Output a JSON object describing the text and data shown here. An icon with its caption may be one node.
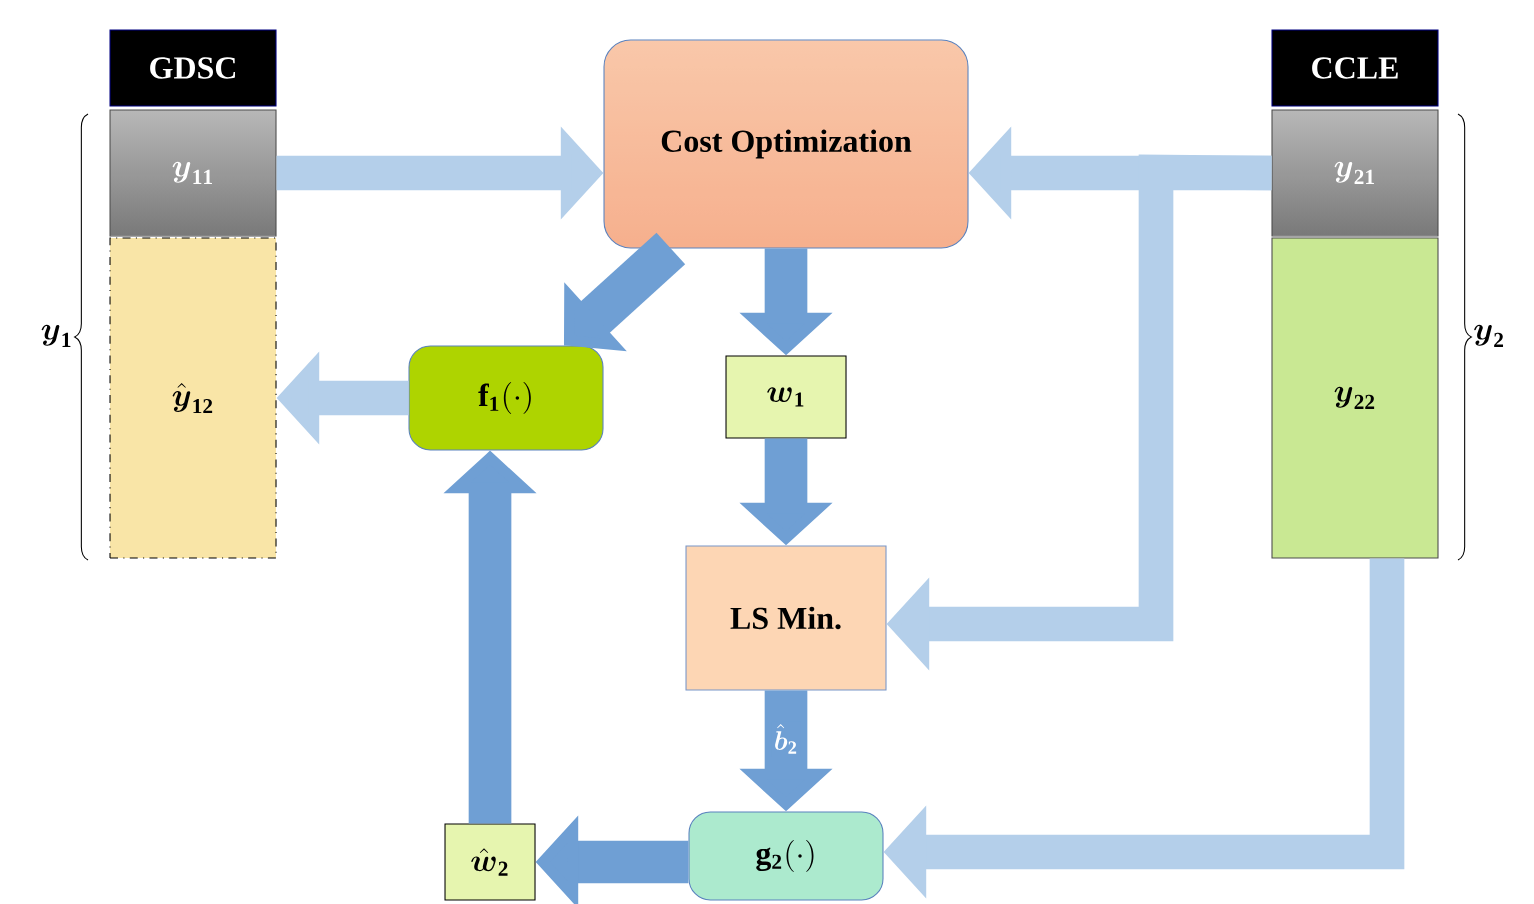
{
  "diagram": {
    "nodes": [
      {
        "text": [
          "GDSC"
        ]
      },
      {
        "text": [
          "\\boldsymbol{y}_{\\mathbf{11}}"
        ]
      },
      {
        "text": [
          "\\hat{\\boldsymbol{y}}_{\\mathbf{12}}"
        ]
      },
      {
        "text": [
          "CCLE"
        ]
      },
      {
        "text": [
          "\\boldsymbol{y}_{\\mathbf{21}}"
        ]
      },
      {
        "text": [
          "\\boldsymbol{y}_{\\mathbf{22}}"
        ]
      },
      {
        "text": [
          "Cost Optimization"
        ]
      },
      {
        "text": [
          "\\mathbf{f}_{\\mathbf{1}}(\\cdot)"
        ]
      },
      {
        "text": [
          "\\boldsymbol{w}_{\\mathbf{1}}"
        ]
      },
      {
        "text": [
          "LS Min."
        ]
      },
      {
        "text": [
          "\\mathbf{g}_{\\mathbf{2}}(\\cdot)"
        ]
      },
      {
        "text": [
          "\\hat{\\boldsymbol{w}}_{\\mathbf{2}}"
        ]
      }
    ],
    "edges": [
      {
        "from": 1,
        "to": 6,
        "arrow": "to",
        "color": "#b4cfea"
      },
      {
        "from": 4,
        "to": 6,
        "arrow": "to",
        "color": "#b4cfea"
      },
      {
        "from": 4,
        "to": 9,
        "arrow": "to",
        "color": "#b4cfea"
      },
      {
        "from": 5,
        "to": 10,
        "arrow": "to",
        "color": "#b4cfea"
      },
      {
        "from": 6,
        "to": 7,
        "arrow": "to"
      },
      {
        "from": 6,
        "to": 8,
        "arrow": "to"
      },
      {
        "from": 8,
        "to": 9,
        "arrow": "to"
      },
      {
        "from": 9,
        "to": 10,
        "arrow": "to",
        "label": "\\hat{\\boldsymbol{b}}_{\\mathbf{2}}"
      },
      {
        "from": 10,
        "to": 11,
        "arrow": "to"
      },
      {
        "from": 11,
        "to": 7,
        "arrow": "to"
      },
      {
        "from": 7,
        "to": 2,
        "arrow": "to",
        "color": "#b4cfea"
      }
    ],
    "labels": [
      "\\boldsymbol{y}_{\\mathbf{1}}",
      "\\boldsymbol{y}_{\\mathbf{2}}"
    ]
  }
}
